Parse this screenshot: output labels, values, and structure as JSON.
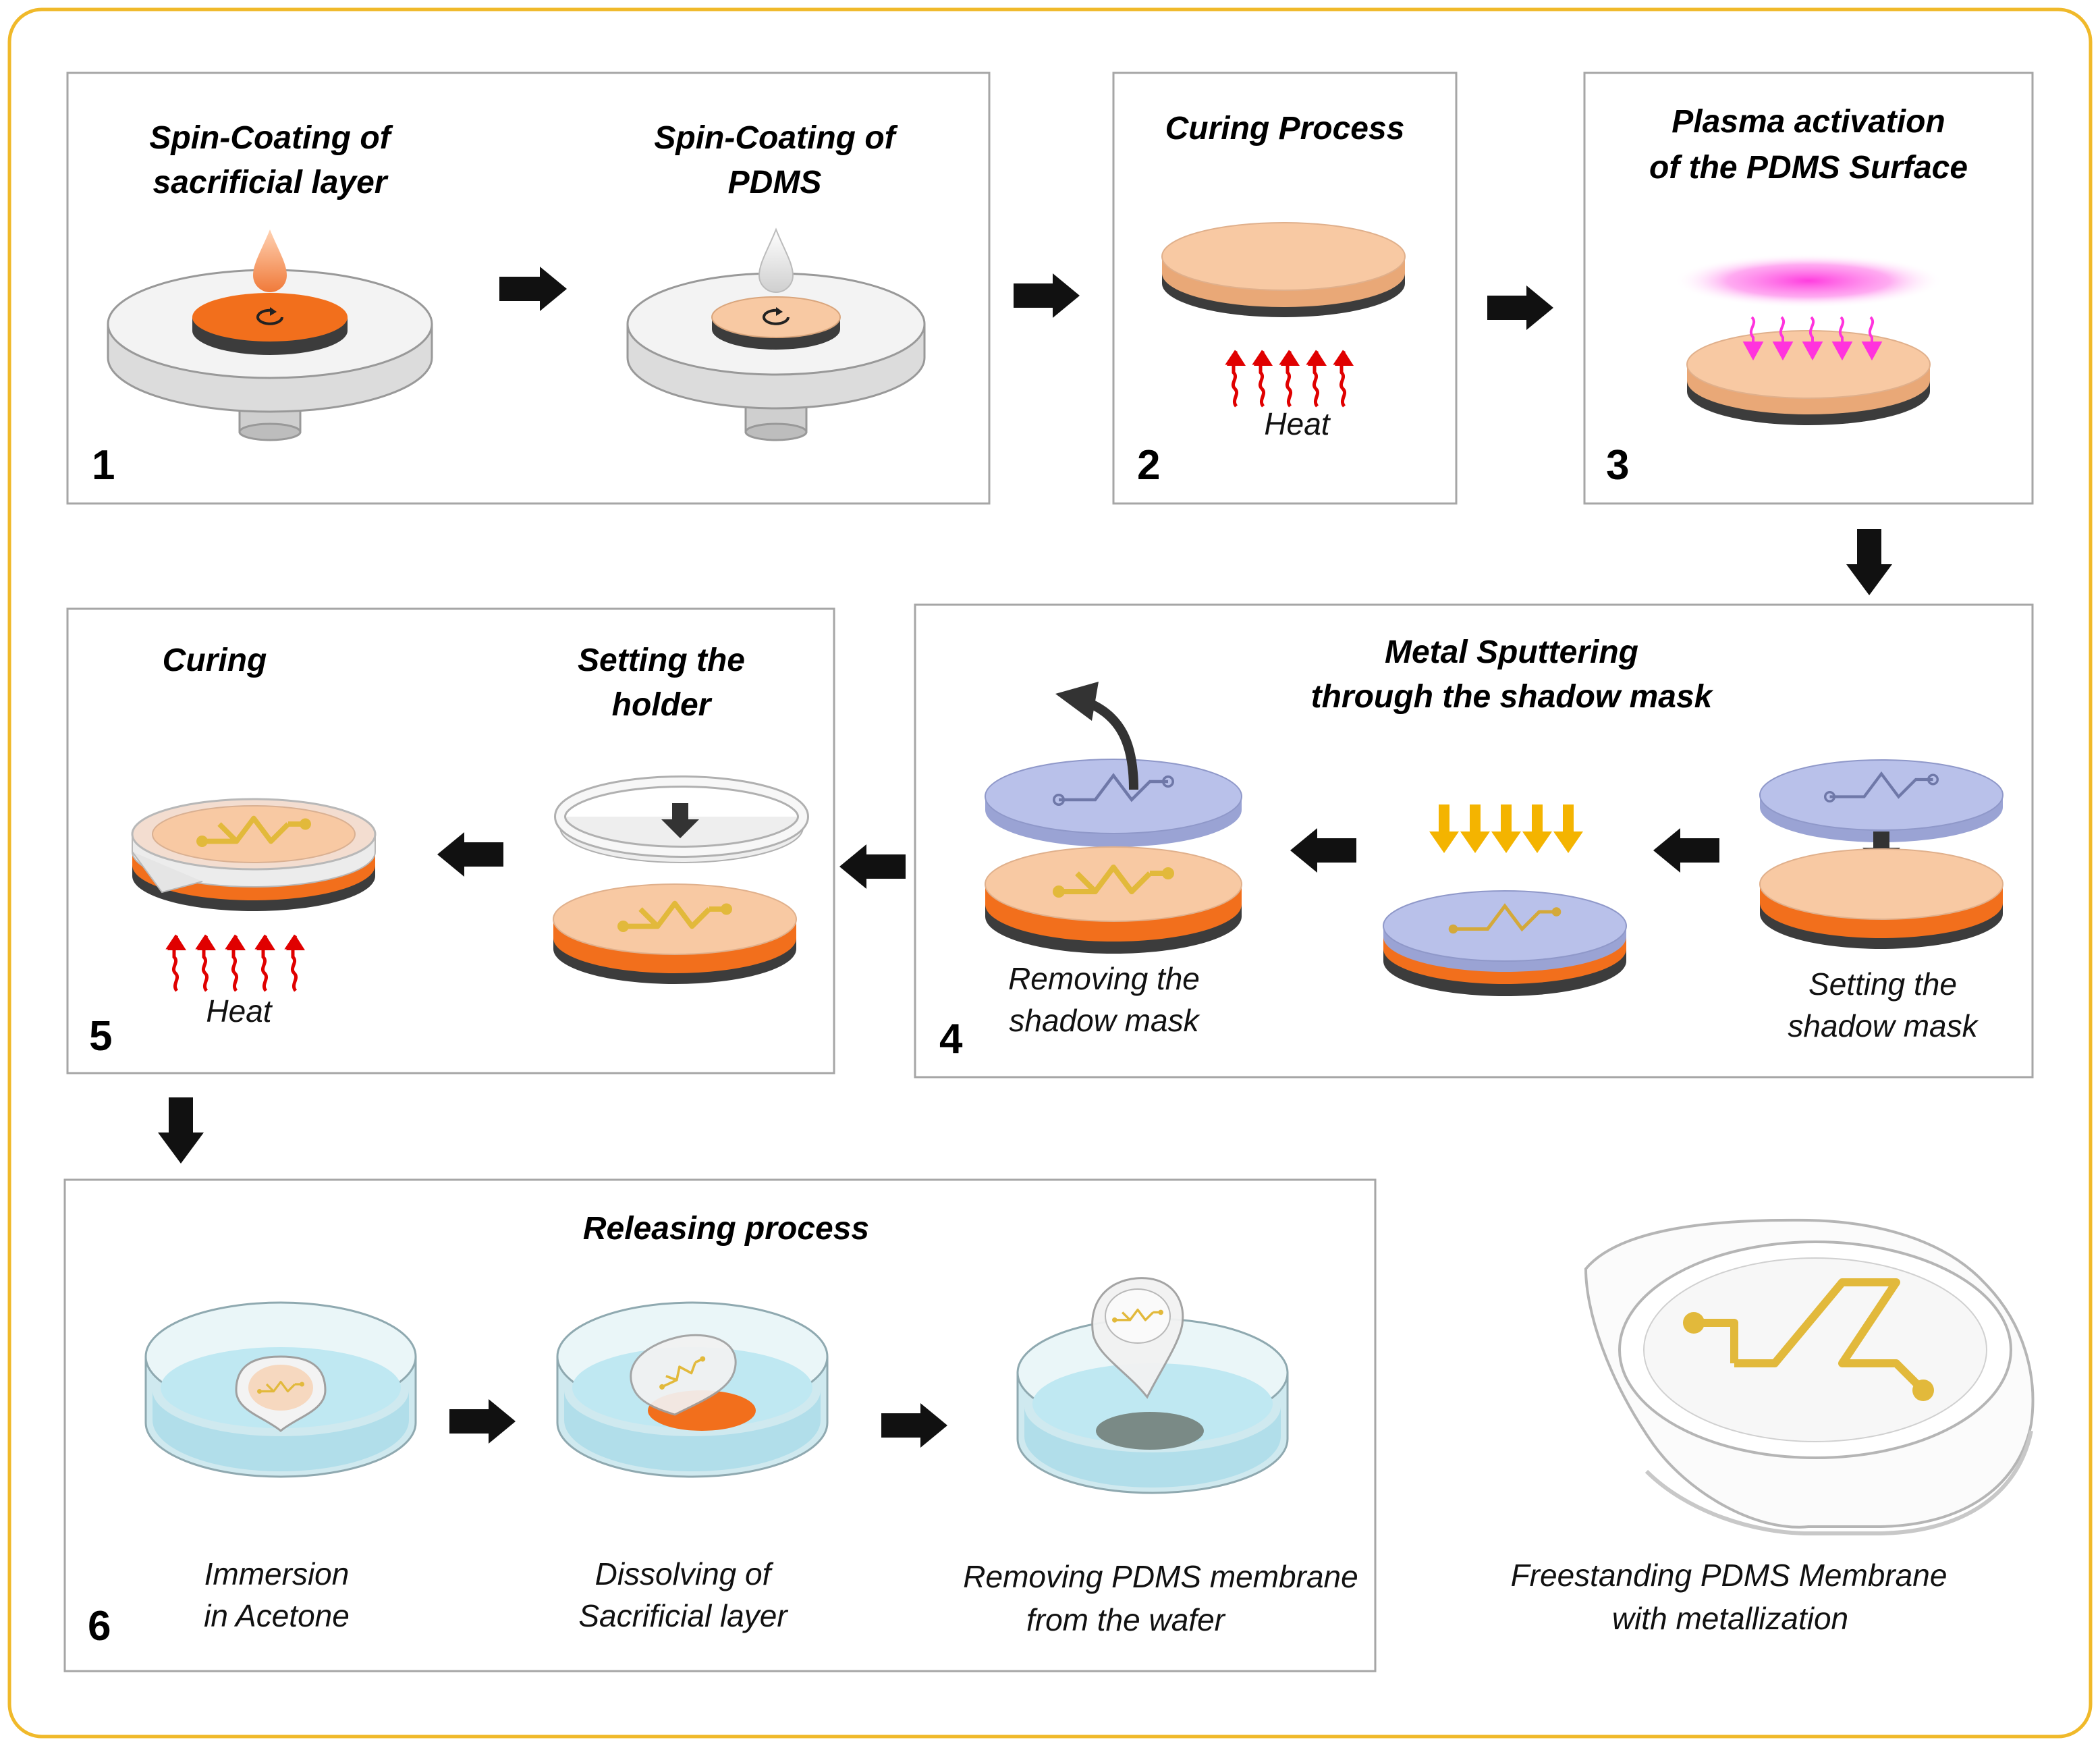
{
  "colors": {
    "outer_border": "#f0b92a",
    "panel_border": "#a6a6a6",
    "sacrificial_layer": "#f26f1c",
    "pdms": "#f8c9a3",
    "wafer": "#4a4a4a",
    "heat_arrows": "#e00000",
    "plasma": "#ff33dd",
    "sputter_arrows": "#f4b400",
    "shadow_mask": "#b9c1ea",
    "metal_trace": "#e2b93b",
    "acetone": "#bfe8f2"
  },
  "step1": {
    "number": "1",
    "left_title": [
      "Spin-Coating of",
      "sacrificial layer"
    ],
    "right_title": [
      "Spin-Coating of",
      "PDMS"
    ]
  },
  "step2": {
    "number": "2",
    "title": "Curing Process",
    "caption": "Heat"
  },
  "step3": {
    "number": "3",
    "title": [
      "Plasma activation",
      "of the PDMS Surface"
    ]
  },
  "step4": {
    "number": "4",
    "title": [
      "Metal Sputtering",
      "through the shadow mask"
    ],
    "caption_removing": [
      "Removing the",
      "shadow mask"
    ],
    "caption_setting": [
      "Setting the",
      "shadow mask"
    ]
  },
  "step5": {
    "number": "5",
    "title_curing": "Curing",
    "title_holder": [
      "Setting the",
      "holder"
    ],
    "caption": "Heat"
  },
  "step6": {
    "number": "6",
    "title": "Releasing process",
    "caption_immersion": [
      "Immersion",
      "in Acetone"
    ],
    "caption_dissolving": [
      "Dissolving of",
      "Sacrificial layer"
    ],
    "caption_removing": [
      "Removing PDMS membrane",
      "from the wafer"
    ]
  },
  "final": {
    "caption": [
      "Freestanding PDMS Membrane",
      "with metallization"
    ]
  }
}
